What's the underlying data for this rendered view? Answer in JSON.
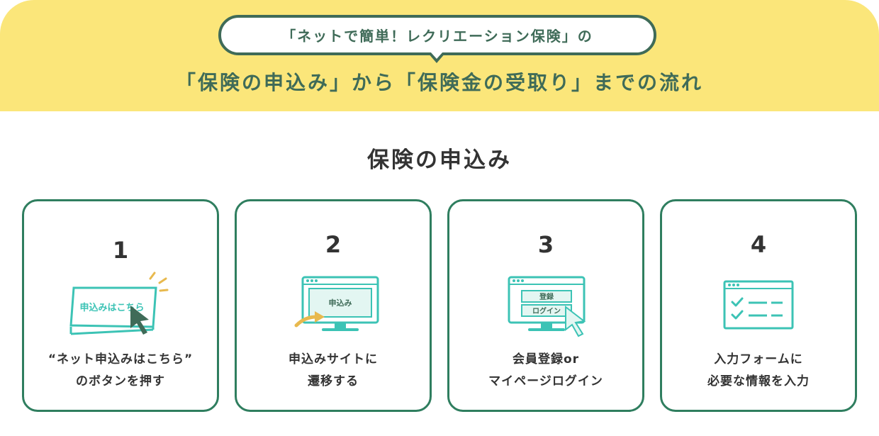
{
  "header": {
    "bubble_text": "「ネットで簡単！レクリエーション保険」の",
    "title": "「保険の申込み」から「保険金の受取り」までの流れ"
  },
  "section": {
    "title": "保険の申込み"
  },
  "steps": [
    {
      "number": "1",
      "icon": "click-button-icon",
      "icon_label": "申込みはこちら",
      "text_line1": "“ネット申込みはこちら”",
      "text_line2": "のボタンを押す"
    },
    {
      "number": "2",
      "icon": "website-monitor-icon",
      "icon_label": "申込み",
      "text_line1": "申込みサイトに",
      "text_line2": "遷移する"
    },
    {
      "number": "3",
      "icon": "login-monitor-icon",
      "icon_label_register": "登録",
      "icon_label_login": "ログイン",
      "text_line1": "会員登録or",
      "text_line2": "マイページログイン"
    },
    {
      "number": "4",
      "icon": "checklist-form-icon",
      "text_line1": "入力フォームに",
      "text_line2": "必要な情報を入力"
    }
  ],
  "colors": {
    "header_background": "#fbe67a",
    "dark_green": "#3f6b58",
    "card_border": "#2f7e5f",
    "icon_teal": "#3cc3b5",
    "icon_light": "#e3f6f2",
    "accent_yellow": "#e8b94e"
  }
}
